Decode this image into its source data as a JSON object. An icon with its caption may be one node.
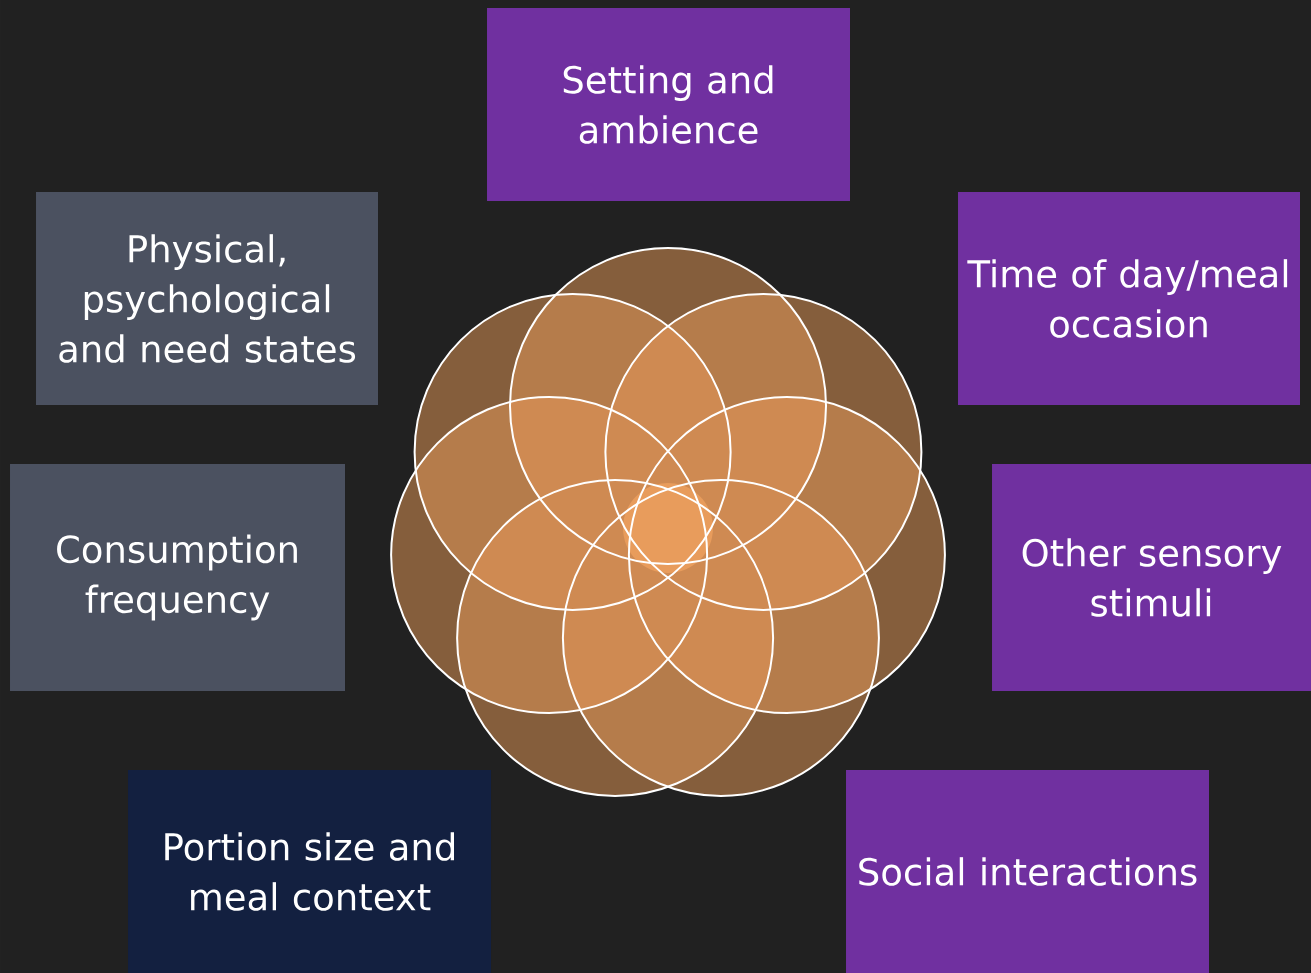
{
  "diagram": {
    "nodes": [
      {
        "text": [
          "Setting and ambience"
        ]
      },
      {
        "text": [
          "Physical, psychological and need states"
        ]
      },
      {
        "text": [
          "Time of day/meal occasion"
        ]
      },
      {
        "text": [
          "Consumption frequency"
        ]
      },
      {
        "text": [
          "Other sensory stimuli"
        ]
      },
      {
        "text": [
          "Portion size and meal context"
        ]
      },
      {
        "text": [
          "Social interactions"
        ]
      }
    ]
  }
}
